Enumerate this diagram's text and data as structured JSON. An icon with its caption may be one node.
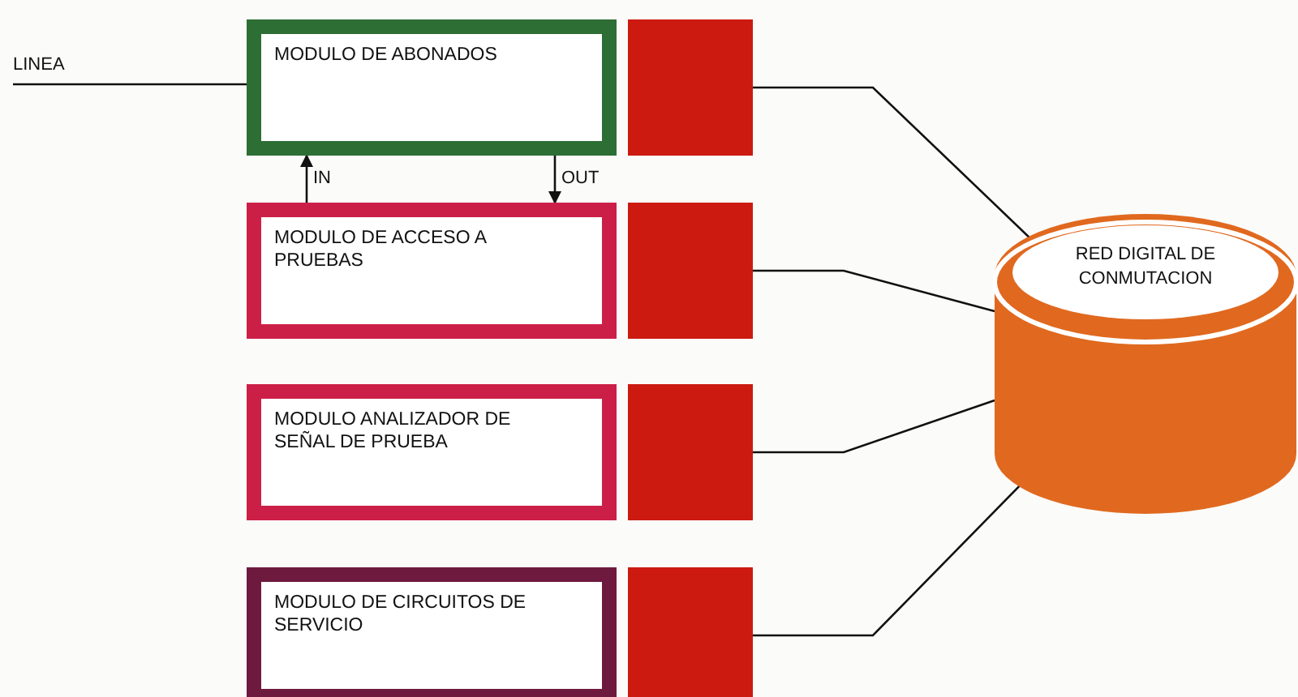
{
  "diagram": {
    "nodes": [
      {
        "text": [
          "LINEA"
        ]
      },
      {
        "text": [
          "MODULO DE ABONADOS"
        ]
      },
      {
        "text": [],
        "shape": "box"
      },
      {
        "text": [
          "MODULO DE ACCESO A PRUEBAS"
        ]
      },
      {
        "text": [],
        "shape": "box"
      },
      {
        "text": [
          "MODULO ANALIZADOR DE SEÑAL DE PRUEBA"
        ]
      },
      {
        "text": [],
        "shape": "box"
      },
      {
        "text": [
          "MODULO DE CIRCUITOS DE SERVICIO"
        ]
      },
      {
        "text": [],
        "shape": "box"
      },
      {
        "text": [
          "RED DIGITAL DE CONMUTACION"
        ]
      }
    ],
    "edges": [
      {
        "from": 0,
        "to": 1,
        "arrow": "none"
      },
      {
        "from": 3,
        "to": 1,
        "arrow": "to",
        "label": "IN"
      },
      {
        "from": 1,
        "to": 3,
        "arrow": "to",
        "label": "OUT"
      },
      {
        "from": 2,
        "to": 9,
        "arrow": "none"
      },
      {
        "from": 4,
        "to": 9,
        "arrow": "none"
      },
      {
        "from": 6,
        "to": 9,
        "arrow": "none"
      },
      {
        "from": 8,
        "to": 9,
        "arrow": "none"
      }
    ]
  }
}
